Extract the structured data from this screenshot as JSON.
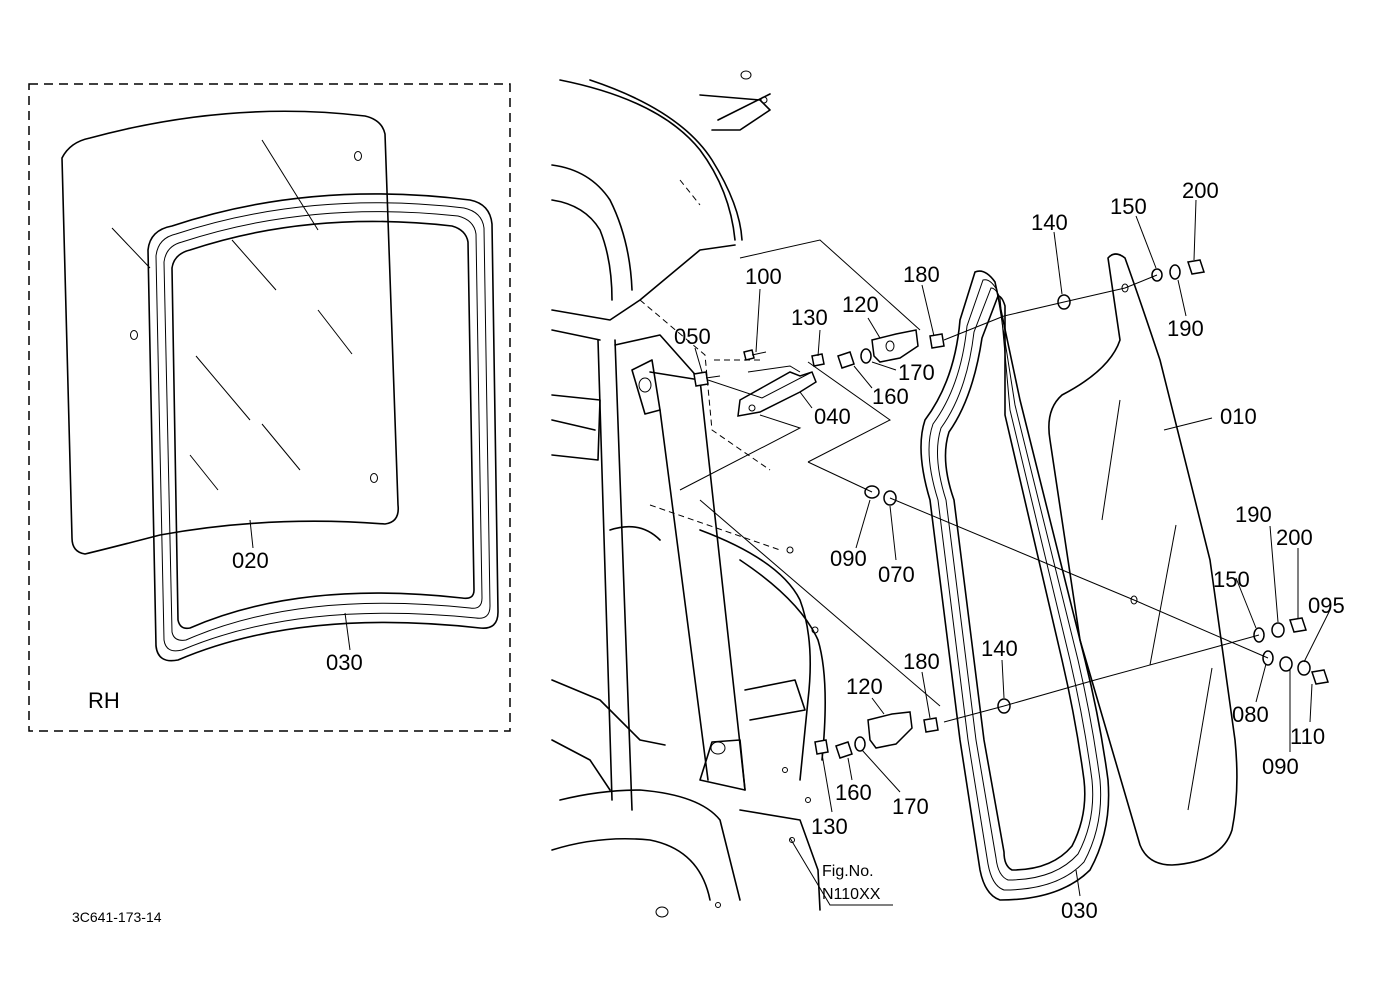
{
  "inset": {
    "side_label": "RH",
    "callouts": [
      "020",
      "030"
    ]
  },
  "callouts": [
    "100",
    "130",
    "120",
    "180",
    "140",
    "150",
    "200",
    "190",
    "050",
    "170",
    "160",
    "040",
    "010",
    "090",
    "070",
    "190",
    "200",
    "150",
    "095",
    "180",
    "140",
    "120",
    "080",
    "110",
    "090",
    "160",
    "170",
    "130",
    "030"
  ],
  "figure": {
    "fig_label": "Fig.No.",
    "fig_number": "N110XX"
  },
  "drawing_code": "3C641-173-14"
}
